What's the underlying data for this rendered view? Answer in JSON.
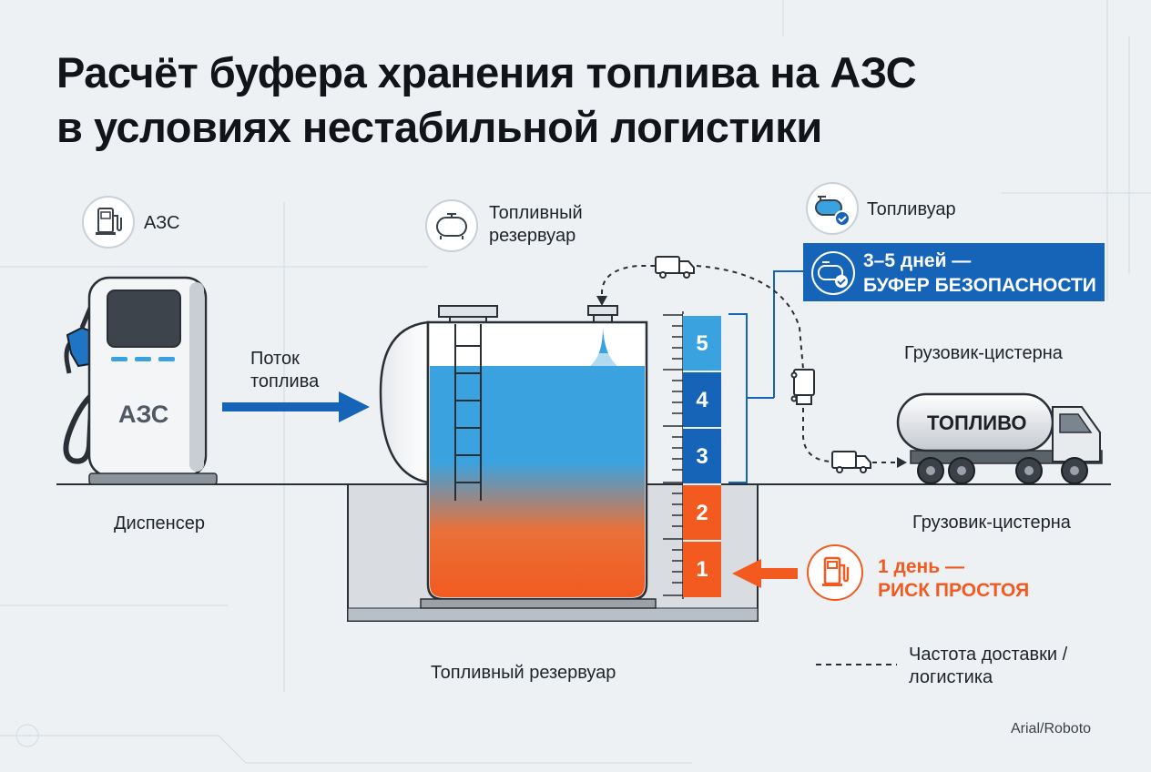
{
  "title": {
    "line1": "Расчёт буфера хранения топлива на АЗС",
    "line2": "в условиях нестабильной логистики"
  },
  "labels": {
    "azs_icon_label": "АЗС",
    "tank_icon_label_line1": "Топливный",
    "tank_icon_label_line2": "резервуар",
    "truck_icon_label": "Топливуар",
    "flow_line1": "Поток",
    "flow_line2": "топлива",
    "pump_face": "АЗС",
    "dispenser": "Диспенсер",
    "tank_caption": "Топливный резервуар",
    "truck_top": "Грузовик-цистерна",
    "truck_bottom": "Грузовик-цистерна",
    "truck_tank_text": "ТОПЛИВО",
    "legend_line1": "Частота доставки /",
    "legend_line2": "логистика",
    "font_note": "Arial/Roboto"
  },
  "safety_badge": {
    "line1": "3–5 дней —",
    "line2": "БУФЕР БЕЗОПАСНОСТИ"
  },
  "risk_note": {
    "line1": "1 день —",
    "line2": "РИСК ПРОСТОЯ"
  },
  "scale": {
    "days": [
      "5",
      "4",
      "3",
      "2",
      "1"
    ],
    "safe_days": [
      "5",
      "4",
      "3"
    ],
    "risk_days": [
      "2",
      "1"
    ]
  },
  "colors": {
    "blue_dark": "#1664b8",
    "blue_light": "#3aa3df",
    "orange": "#f25a1f",
    "fuel_blue": "#3aa3df",
    "fuel_orange": "#f25a1f"
  },
  "icons": {
    "azs": "fuel-pump-icon",
    "tank": "tank-icon",
    "truck": "tanker-check-icon",
    "badge": "tanker-check-icon",
    "risk": "fuel-pump-icon"
  }
}
